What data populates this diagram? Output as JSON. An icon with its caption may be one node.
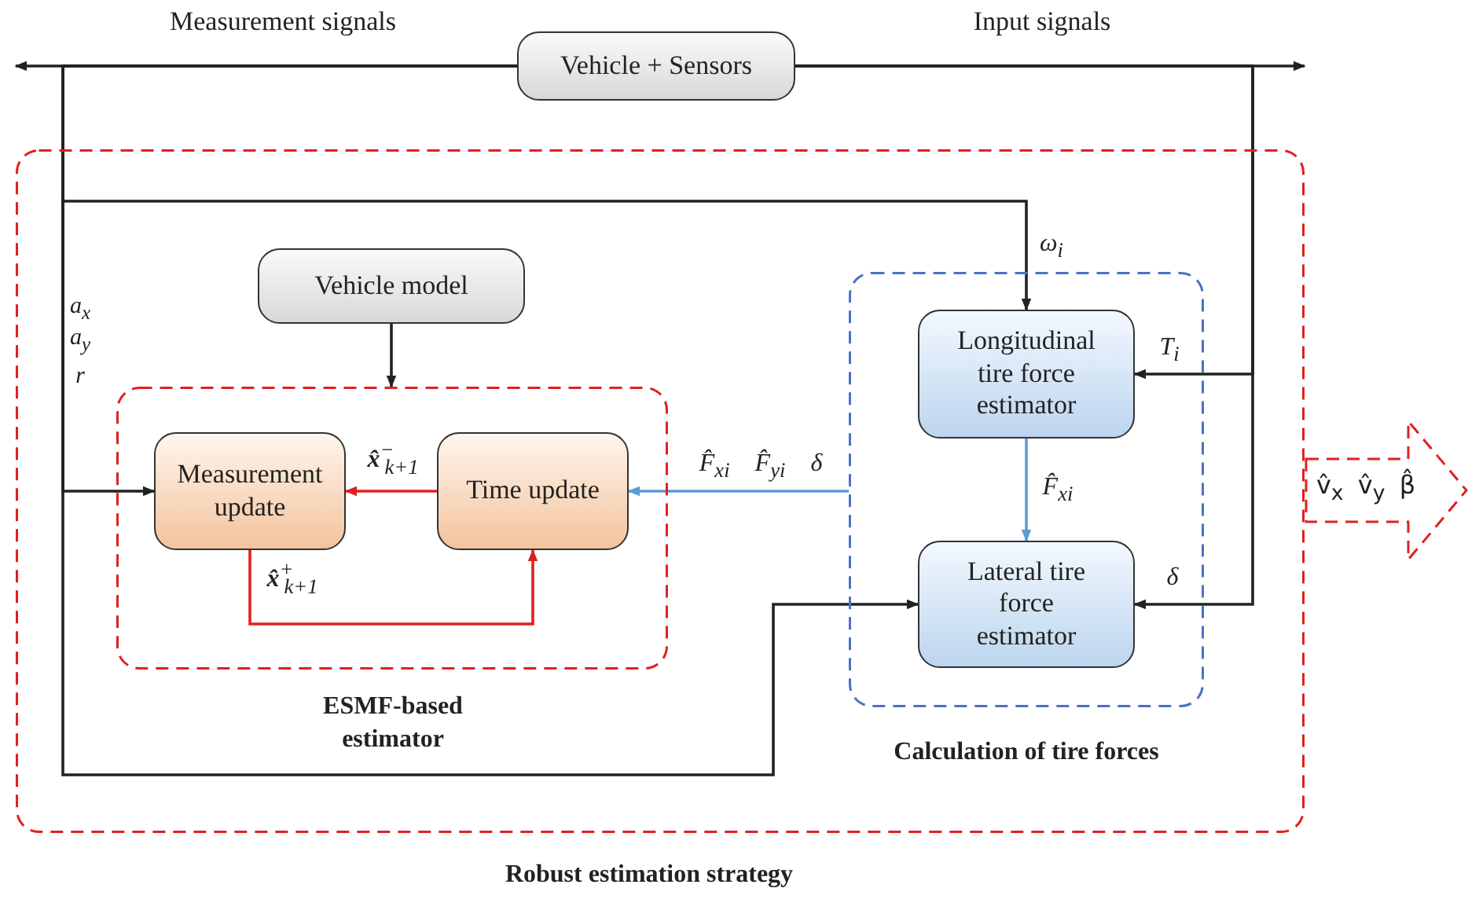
{
  "diagram": {
    "nodes": [
      {
        "text": [
          "Vehicle + Sensors"
        ]
      },
      {
        "text": [
          "Robust estimation strategy"
        ]
      },
      {
        "text": [
          "ESMF-based estimator"
        ],
        "in": 1
      },
      {
        "text": [
          "Vehicle model"
        ],
        "in": 1
      },
      {
        "text": [
          "Measurement update"
        ],
        "in": 2
      },
      {
        "text": [
          "Time update"
        ],
        "in": 2
      },
      {
        "text": [
          "Calculation of tire forces"
        ],
        "in": 1
      },
      {
        "text": [
          "Longitudinal tire force estimator"
        ],
        "in": 6
      },
      {
        "text": [
          "Lateral tire force estimator"
        ],
        "in": 6
      },
      {
        "text": [
          "v̂$_{x}$ v̂$_{y}$ β̂"
        ]
      }
    ],
    "edges": [
      {
        "from": 0,
        "to": null,
        "arrow": "to",
        "label": "Measurement signals"
      },
      {
        "from": 0,
        "to": null,
        "arrow": "to",
        "label": "Input signals"
      },
      {
        "from": 0,
        "to": 4,
        "arrow": "to"
      },
      {
        "from": 0,
        "to": 7,
        "arrow": "to",
        "label": "ω$_{i}$"
      },
      {
        "from": 0,
        "to": 8,
        "arrow": "to"
      },
      {
        "from": 0,
        "to": 7,
        "arrow": "to",
        "label": "T$_{i}$"
      },
      {
        "from": 0,
        "to": 8,
        "arrow": "to",
        "label": "δ"
      },
      {
        "from": 3,
        "to": 2,
        "arrow": "to"
      },
      {
        "from": 5,
        "to": 4,
        "arrow": "to",
        "label": "**x̂**$^{−}$$_{k+1}$",
        "color": "#e02020"
      },
      {
        "from": 4,
        "to": 5,
        "arrow": "to",
        "label": "**x̂**$^{+}$$_{k+1}$",
        "color": "#e02020"
      },
      {
        "from": 6,
        "to": 5,
        "arrow": "to",
        "label": "F̂$_{xi}$ F̂$_{yi}$ δ",
        "color": "#5b9bd5"
      },
      {
        "from": 7,
        "to": 8,
        "arrow": "to",
        "label": "F̂$_{xi}$",
        "color": "#5b9bd5"
      }
    ],
    "labels": [
      "a$_{x}$",
      "a$_{y}$",
      "r"
    ]
  }
}
